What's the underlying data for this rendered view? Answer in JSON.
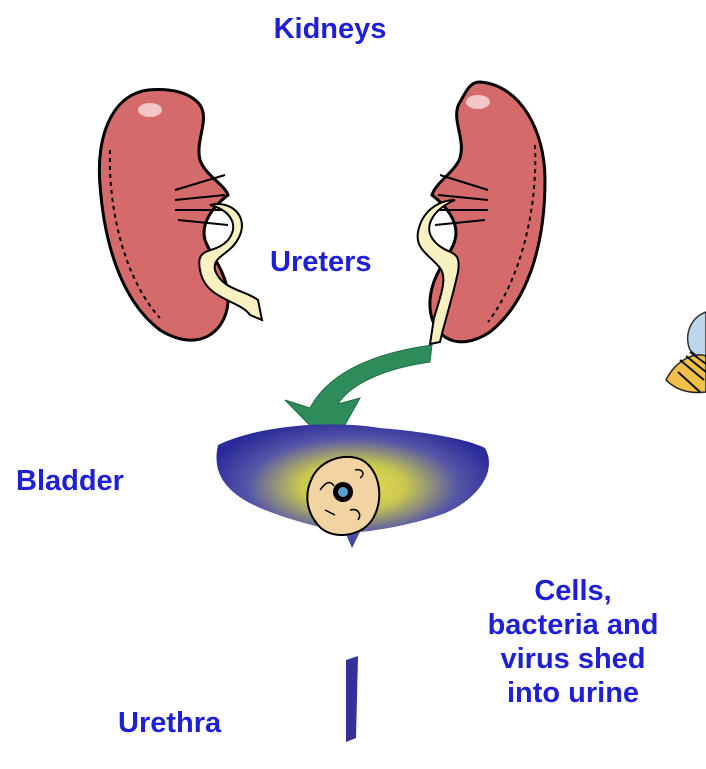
{
  "labels": {
    "kidneys": "Kidneys",
    "ureters": "Ureters",
    "bladder": "Bladder",
    "urethra": "Urethra",
    "cells_lines": [
      "Cells,",
      "bacteria and",
      "virus shed",
      "into urine"
    ]
  },
  "colors": {
    "label": "#1f1fd6",
    "kidney": "#d46a6a",
    "ureter": "#f7f0c0",
    "arrow": "#2e8b5a",
    "bladder": "#36309a",
    "bladder_glow": "#d8d840",
    "urethra": "#36309a"
  },
  "icons": [
    "left-kidney-icon",
    "right-kidney-icon",
    "green-arrow-icon",
    "bladder-icon",
    "cell-icon",
    "urethra-icon",
    "virus-icon"
  ]
}
